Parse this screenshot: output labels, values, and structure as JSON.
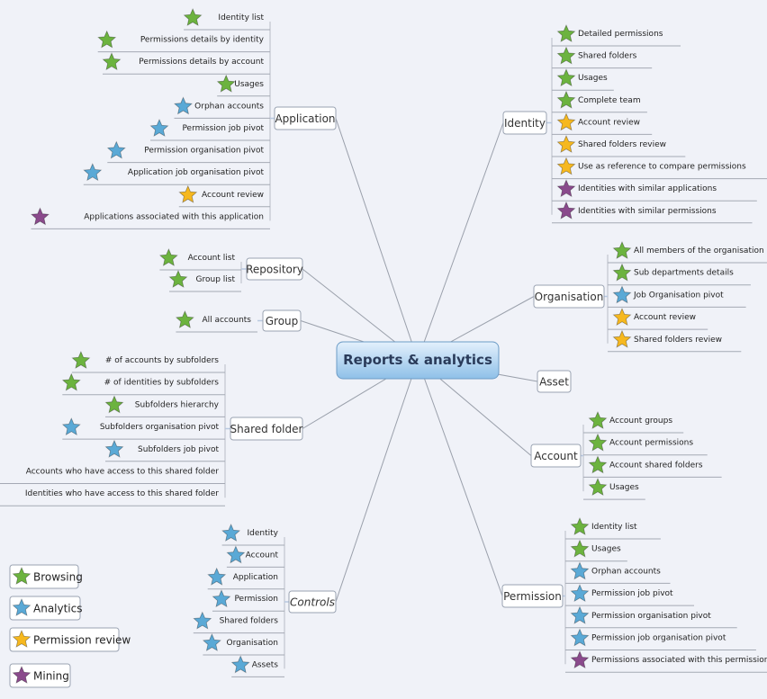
{
  "colors": {
    "green": "#6cb33f",
    "blue": "#5aa9d6",
    "yellow": "#f6b81f",
    "purple": "#8a4a8c",
    "connector": "#9aa0ab",
    "root_fill_top": "#dcecfb",
    "root_fill_bottom": "#8fbfe6"
  },
  "root": {
    "label": "Reports & analytics"
  },
  "branches": {
    "application": {
      "label": "Application",
      "items": [
        {
          "label": "Identity list",
          "star": "green"
        },
        {
          "label": "Permissions details by identity",
          "star": "green"
        },
        {
          "label": "Permissions details by account",
          "star": "green"
        },
        {
          "label": "Usages",
          "star": "green"
        },
        {
          "label": "Orphan accounts",
          "star": "blue"
        },
        {
          "label": "Permission job pivot",
          "star": "blue"
        },
        {
          "label": "Permission organisation pivot",
          "star": "blue"
        },
        {
          "label": "Application job organisation pivot",
          "star": "blue"
        },
        {
          "label": "Account review",
          "star": "yellow"
        },
        {
          "label": "Applications associated with this application",
          "star": "purple"
        }
      ]
    },
    "repository": {
      "label": "Repository",
      "items": [
        {
          "label": "Account list",
          "star": "green"
        },
        {
          "label": "Group list",
          "star": "green"
        }
      ]
    },
    "group": {
      "label": "Group",
      "items": [
        {
          "label": "All accounts",
          "star": "green"
        }
      ]
    },
    "shared_folder": {
      "label": "Shared folder",
      "items": [
        {
          "label": "# of accounts by subfolders",
          "star": "green"
        },
        {
          "label": "# of identities by subfolders",
          "star": "green"
        },
        {
          "label": "Subfolders hierarchy",
          "star": "green"
        },
        {
          "label": "Subfolders organisation pivot",
          "star": "blue"
        },
        {
          "label": "Subfolders job pivot",
          "star": "blue"
        },
        {
          "label": "Accounts who have access to this shared folder",
          "star": "yellow"
        },
        {
          "label": "Identities who have access to this shared folder",
          "star": "yellow"
        }
      ]
    },
    "controls": {
      "label": "Controls",
      "items": [
        {
          "label": "Identity",
          "star": "blue"
        },
        {
          "label": "Account",
          "star": "blue"
        },
        {
          "label": "Application",
          "star": "blue"
        },
        {
          "label": "Permission",
          "star": "blue"
        },
        {
          "label": "Shared folders",
          "star": "blue"
        },
        {
          "label": "Organisation",
          "star": "blue"
        },
        {
          "label": "Assets",
          "star": "blue"
        }
      ]
    },
    "identity": {
      "label": "Identity",
      "items": [
        {
          "label": "Detailed permissions",
          "star": "green"
        },
        {
          "label": "Shared folders",
          "star": "green"
        },
        {
          "label": "Usages",
          "star": "green"
        },
        {
          "label": "Complete team",
          "star": "green"
        },
        {
          "label": "Account review",
          "star": "yellow"
        },
        {
          "label": "Shared folders review",
          "star": "yellow"
        },
        {
          "label": "Use as reference to compare permissions",
          "star": "yellow"
        },
        {
          "label": "Identities with similar applications",
          "star": "purple"
        },
        {
          "label": "Identities with similar permissions",
          "star": "purple"
        }
      ]
    },
    "organisation": {
      "label": "Organisation",
      "items": [
        {
          "label": "All members of the organisation",
          "star": "green"
        },
        {
          "label": "Sub departments details",
          "star": "green"
        },
        {
          "label": "Job Organisation pivot",
          "star": "blue"
        },
        {
          "label": "Account review",
          "star": "yellow"
        },
        {
          "label": "Shared folders review",
          "star": "yellow"
        }
      ]
    },
    "asset": {
      "label": "Asset",
      "items": []
    },
    "account": {
      "label": "Account",
      "items": [
        {
          "label": "Account groups",
          "star": "green"
        },
        {
          "label": "Account permissions",
          "star": "green"
        },
        {
          "label": "Account shared folders",
          "star": "green"
        },
        {
          "label": "Usages",
          "star": "green"
        }
      ]
    },
    "permission": {
      "label": "Permission",
      "items": [
        {
          "label": "Identity list",
          "star": "green"
        },
        {
          "label": "Usages",
          "star": "green"
        },
        {
          "label": "Orphan accounts",
          "star": "blue"
        },
        {
          "label": "Permission job pivot",
          "star": "blue"
        },
        {
          "label": "Permission organisation pivot",
          "star": "blue"
        },
        {
          "label": "Permission job organisation pivot",
          "star": "blue"
        },
        {
          "label": "Permissions associated with this permission",
          "star": "purple"
        }
      ]
    }
  },
  "legend": [
    {
      "label": "Browsing",
      "star": "green"
    },
    {
      "label": "Analytics",
      "star": "blue"
    },
    {
      "label": "Permission review",
      "star": "yellow"
    },
    {
      "label": "Mining",
      "star": "purple"
    }
  ]
}
